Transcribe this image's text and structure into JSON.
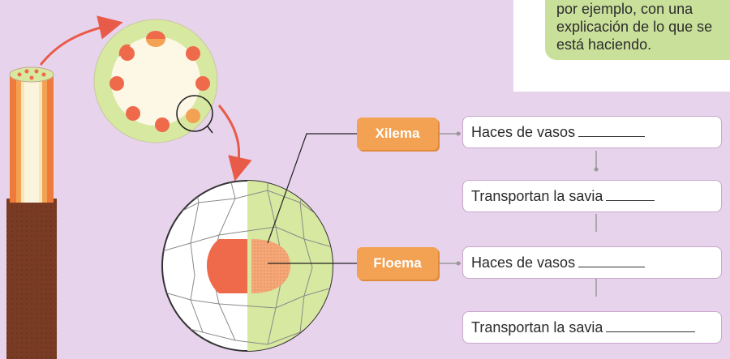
{
  "note": {
    "lines": [
      "por ejemplo, con una",
      "explicación de lo que se",
      "está haciendo."
    ]
  },
  "labels": {
    "xilema": "Xilema",
    "floema": "Floema"
  },
  "rows": [
    {
      "text": "Haces de vasos"
    },
    {
      "text": "Transportan la savia"
    },
    {
      "text": "Haces de vasos"
    },
    {
      "text": "Transportan la savia"
    }
  ],
  "colors": {
    "background": "#e7d3ec",
    "tag": "#f3a253",
    "green_note": "#c9e09a",
    "xylem": "#ee6a4a",
    "phloem": "#f4a878",
    "cross_section_green": "#d7e8a0",
    "arrow": "#e85b48"
  }
}
